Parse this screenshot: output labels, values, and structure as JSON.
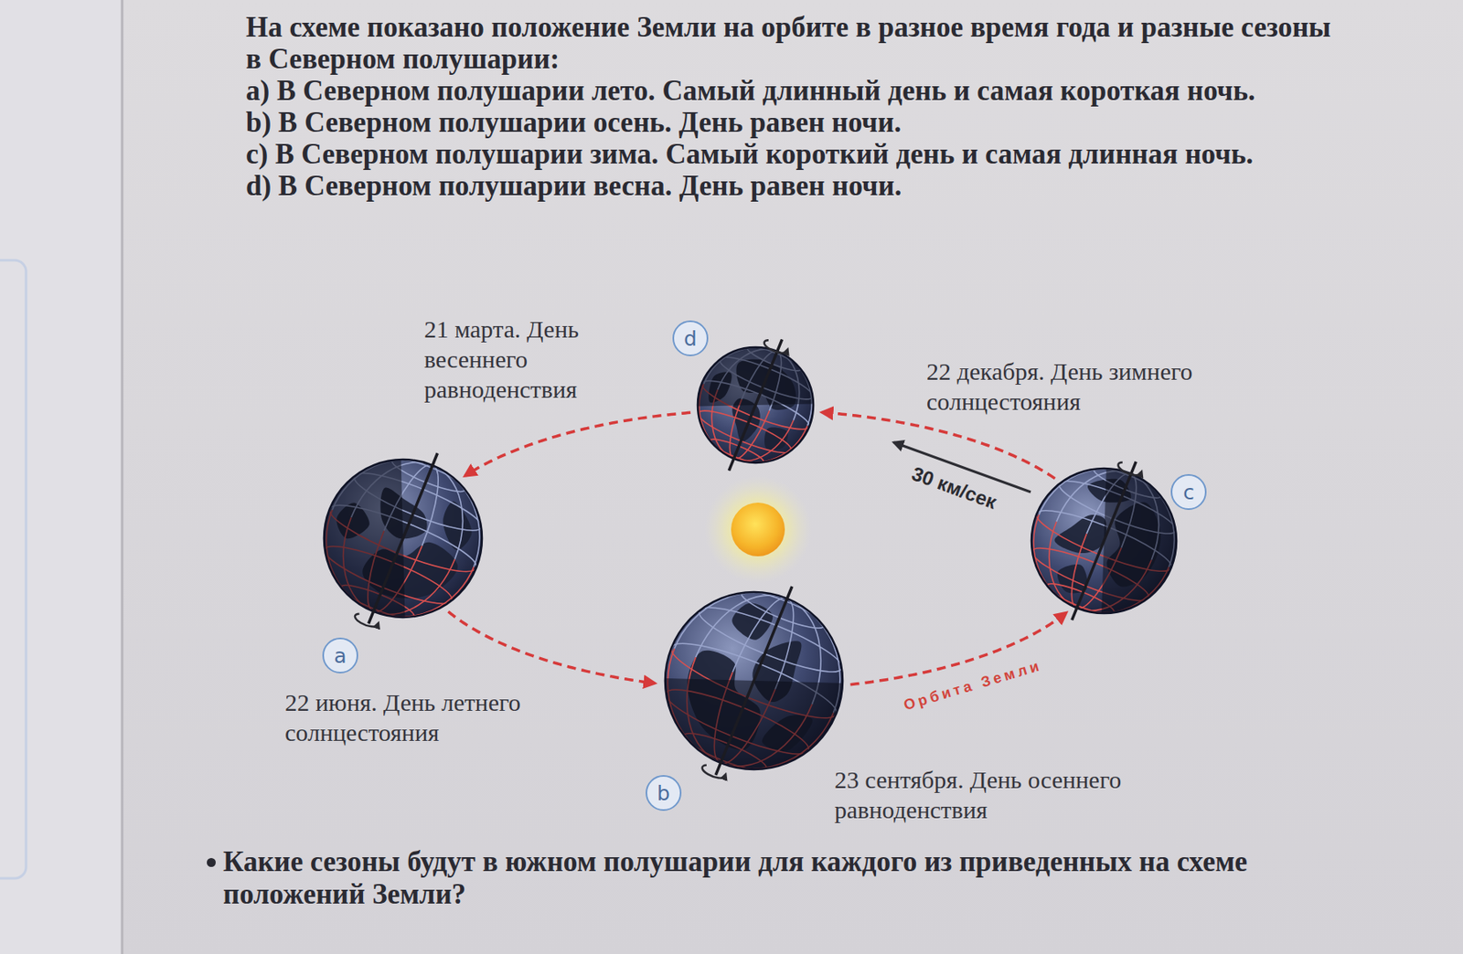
{
  "diagram": {
    "nodes": [
      {
        "text": [
          "d",
          "21 марта. День весеннего равноденствия"
        ]
      },
      {
        "text": [
          "c",
          "22 декабря. День зимнего солнцестояния"
        ]
      },
      {
        "text": [
          "a",
          "22 июня. День летнего солнцестояния"
        ]
      },
      {
        "text": [
          "b",
          "23 сентября. День осеннего равноденствия"
        ]
      }
    ],
    "edges": [
      {
        "from": 2,
        "to": 3,
        "arrow": "to"
      },
      {
        "from": 3,
        "to": 1,
        "arrow": "to"
      },
      {
        "from": 1,
        "to": 0,
        "arrow": "to"
      },
      {
        "from": 0,
        "to": 2,
        "arrow": "to"
      }
    ],
    "labels": [
      "На схеме показано положение Земли на орбите в разное время года и разные сезоны в Северном полушарии:",
      "a) В Северном полушарии лето. Самый длинный день и самая короткая ночь.",
      "b) В Северном полушарии осень. День равен ночи.",
      "c) В Северном полушарии зима. Самый короткий день и самая длинная ночь.",
      "d) В Северном полушарии весна. День равен ночи.",
      "30 км/сек",
      "Орбита Земли",
      "Какие сезоны будут в южном полушарии для каждого из приведенных на схеме положений Земли?"
    ]
  }
}
